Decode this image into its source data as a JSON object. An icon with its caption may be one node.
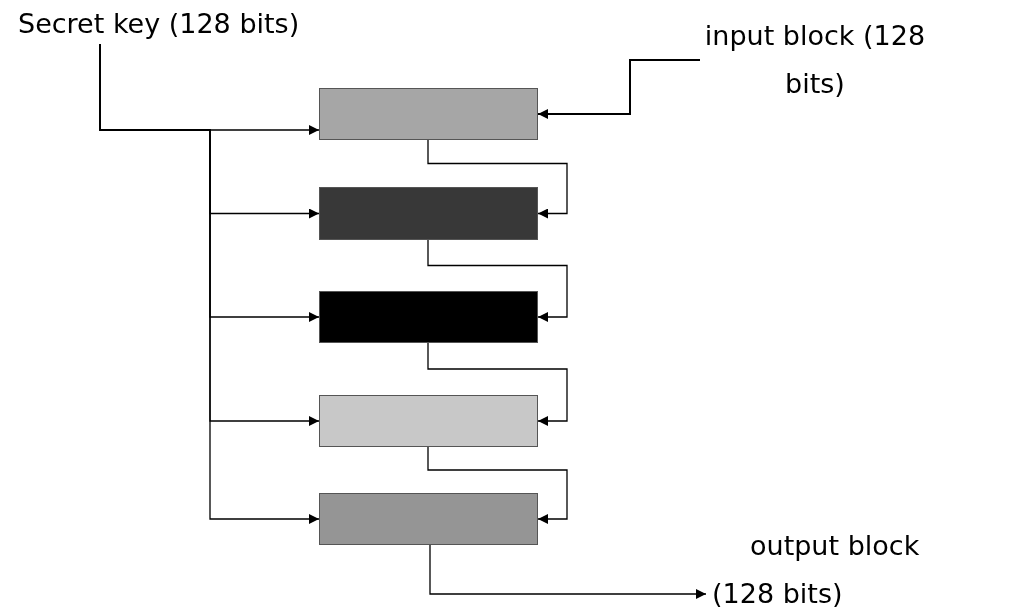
{
  "diagram": {
    "nodes": [
      {
        "text": [
          "Secret key (128 bits)"
        ]
      },
      {
        "text": [
          "input block (128 bits)"
        ]
      },
      {
        "text": [],
        "shape": "box"
      },
      {
        "text": [],
        "shape": "box"
      },
      {
        "text": [],
        "shape": "box"
      },
      {
        "text": [],
        "shape": "box"
      },
      {
        "text": [],
        "shape": "box"
      },
      {
        "text": [
          "output block (128 bits)"
        ]
      }
    ],
    "edges": [
      {
        "from": 0,
        "to": 2,
        "arrow": "to"
      },
      {
        "from": 0,
        "to": 3,
        "arrow": "to"
      },
      {
        "from": 0,
        "to": 4,
        "arrow": "to"
      },
      {
        "from": 0,
        "to": 5,
        "arrow": "to"
      },
      {
        "from": 0,
        "to": 6,
        "arrow": "to"
      },
      {
        "from": 1,
        "to": 2,
        "arrow": "to"
      },
      {
        "from": 2,
        "to": 3,
        "arrow": "to"
      },
      {
        "from": 3,
        "to": 4,
        "arrow": "to"
      },
      {
        "from": 4,
        "to": 5,
        "arrow": "to"
      },
      {
        "from": 5,
        "to": 6,
        "arrow": "to"
      },
      {
        "from": 6,
        "to": 7,
        "arrow": "to"
      }
    ]
  }
}
